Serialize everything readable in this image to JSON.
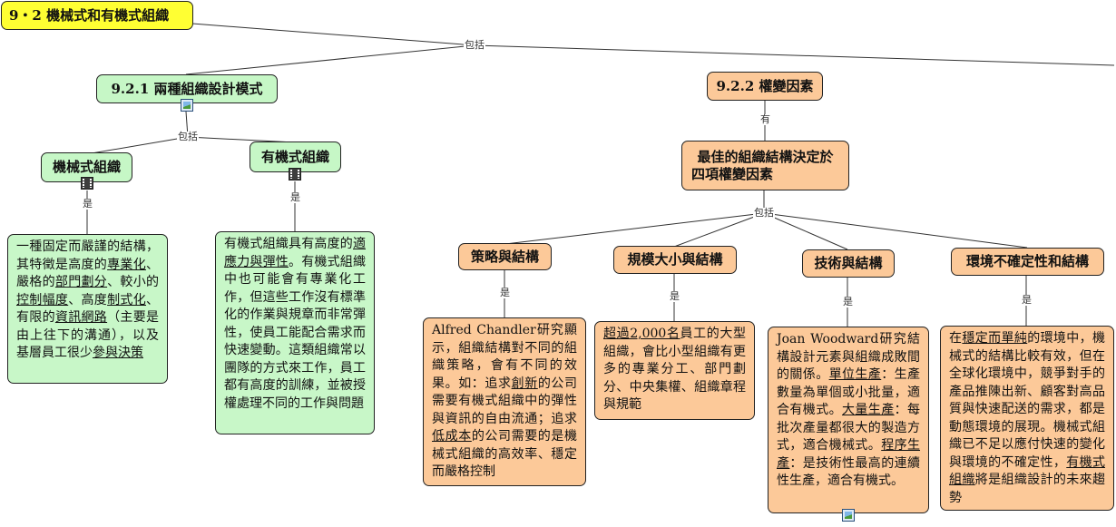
{
  "nodes": {
    "root": "9・2  機械式和有機式組織",
    "n921": "9.2.1  兩種組織設計模式",
    "n922": "9.2.2  權變因素",
    "mech": "機械式組織",
    "org": "有機式組織",
    "best_line1": "最佳的組織結構決定於",
    "best_line2": "四項權變因素",
    "strategy": "策略與結構",
    "size": "規模大小與結構",
    "tech": "技術與結構",
    "env": "環境不確定性和結構"
  },
  "labels": {
    "includes": "包括",
    "has": "有",
    "is": "是"
  },
  "notes": {
    "mech": [
      {
        "t": "一種固定而嚴謹的結構，其特徵是高度的"
      },
      {
        "t": "專業化",
        "u": true
      },
      {
        "t": "、嚴格的"
      },
      {
        "t": "部門劃分",
        "u": true
      },
      {
        "t": "、較小的"
      },
      {
        "t": "控制幅度",
        "u": true
      },
      {
        "t": "、高度"
      },
      {
        "t": "制式化",
        "u": true
      },
      {
        "t": "、有限的"
      },
      {
        "t": "資訊網路",
        "u": true
      },
      {
        "t": "（主要是由上往下的溝通），以及基層員工很少"
      },
      {
        "t": "參與決策",
        "u": true
      }
    ],
    "org": [
      {
        "t": "有機式組織具有高度的"
      },
      {
        "t": "適應力與彈性",
        "u": true
      },
      {
        "t": "。有機式組織中也可能會有專業化工作，但這些工作沒有標準化的作業與規章而非常彈性，使員工能配合需求而快速變動。這類組織常以團隊的方式來工作，員工都有高度的訓練，並被授權處理不同的工作與問題"
      }
    ],
    "strategy": [
      {
        "t": "Alfred Chandler研究顯示，組織結構對不同的組織策略，會有不同的效果。如：追求"
      },
      {
        "t": "創新",
        "u": true
      },
      {
        "t": "的公司需要有機式組織中的彈性與資訊的自由流通；追求"
      },
      {
        "t": "低成本",
        "u": true
      },
      {
        "t": "的公司需要的是機械式組織的高效率、穩定而嚴格控制"
      }
    ],
    "size": [
      {
        "t": "超過2,000名",
        "u": true
      },
      {
        "t": "員工的大型組織，會比小型組織有更多的專業分工、部門劃分、中央集權、組織章程與規範"
      }
    ],
    "tech": [
      {
        "t": "Joan Woodward研究結構設計元素與組織成敗間的關係。"
      },
      {
        "t": "單位生產",
        "u": true
      },
      {
        "t": "：生產數量為單個或小批量，適合有機式。"
      },
      {
        "t": "大量生產",
        "u": true
      },
      {
        "t": "：每批次產量都很大的製造方式，適合機械式。"
      },
      {
        "t": "程序生產",
        "u": true
      },
      {
        "t": "：是技術性最高的連續性生產，適合有機式。"
      }
    ],
    "env": [
      {
        "t": "在"
      },
      {
        "t": "穩定而單純",
        "u": true
      },
      {
        "t": "的環境中，機械式的結構比較有效，但在全球化環境中，競爭對手的產品推陳出新、顧客對高品質與快速配送的需求，都是動態環境的展現。機械式組織已不足以應付快速的變化與環境的不確定性，"
      },
      {
        "t": "有機式組織",
        "u": true
      },
      {
        "t": "將是組織設計的未來趨勢"
      }
    ]
  },
  "colors": {
    "root": "#ffff33",
    "green": "#c6f7c6",
    "orange": "#fcc999",
    "line": "#333333"
  },
  "icons": {
    "n921": "image-icon",
    "mech": "film-icon",
    "org": "film-icon",
    "tech": "image-icon"
  }
}
